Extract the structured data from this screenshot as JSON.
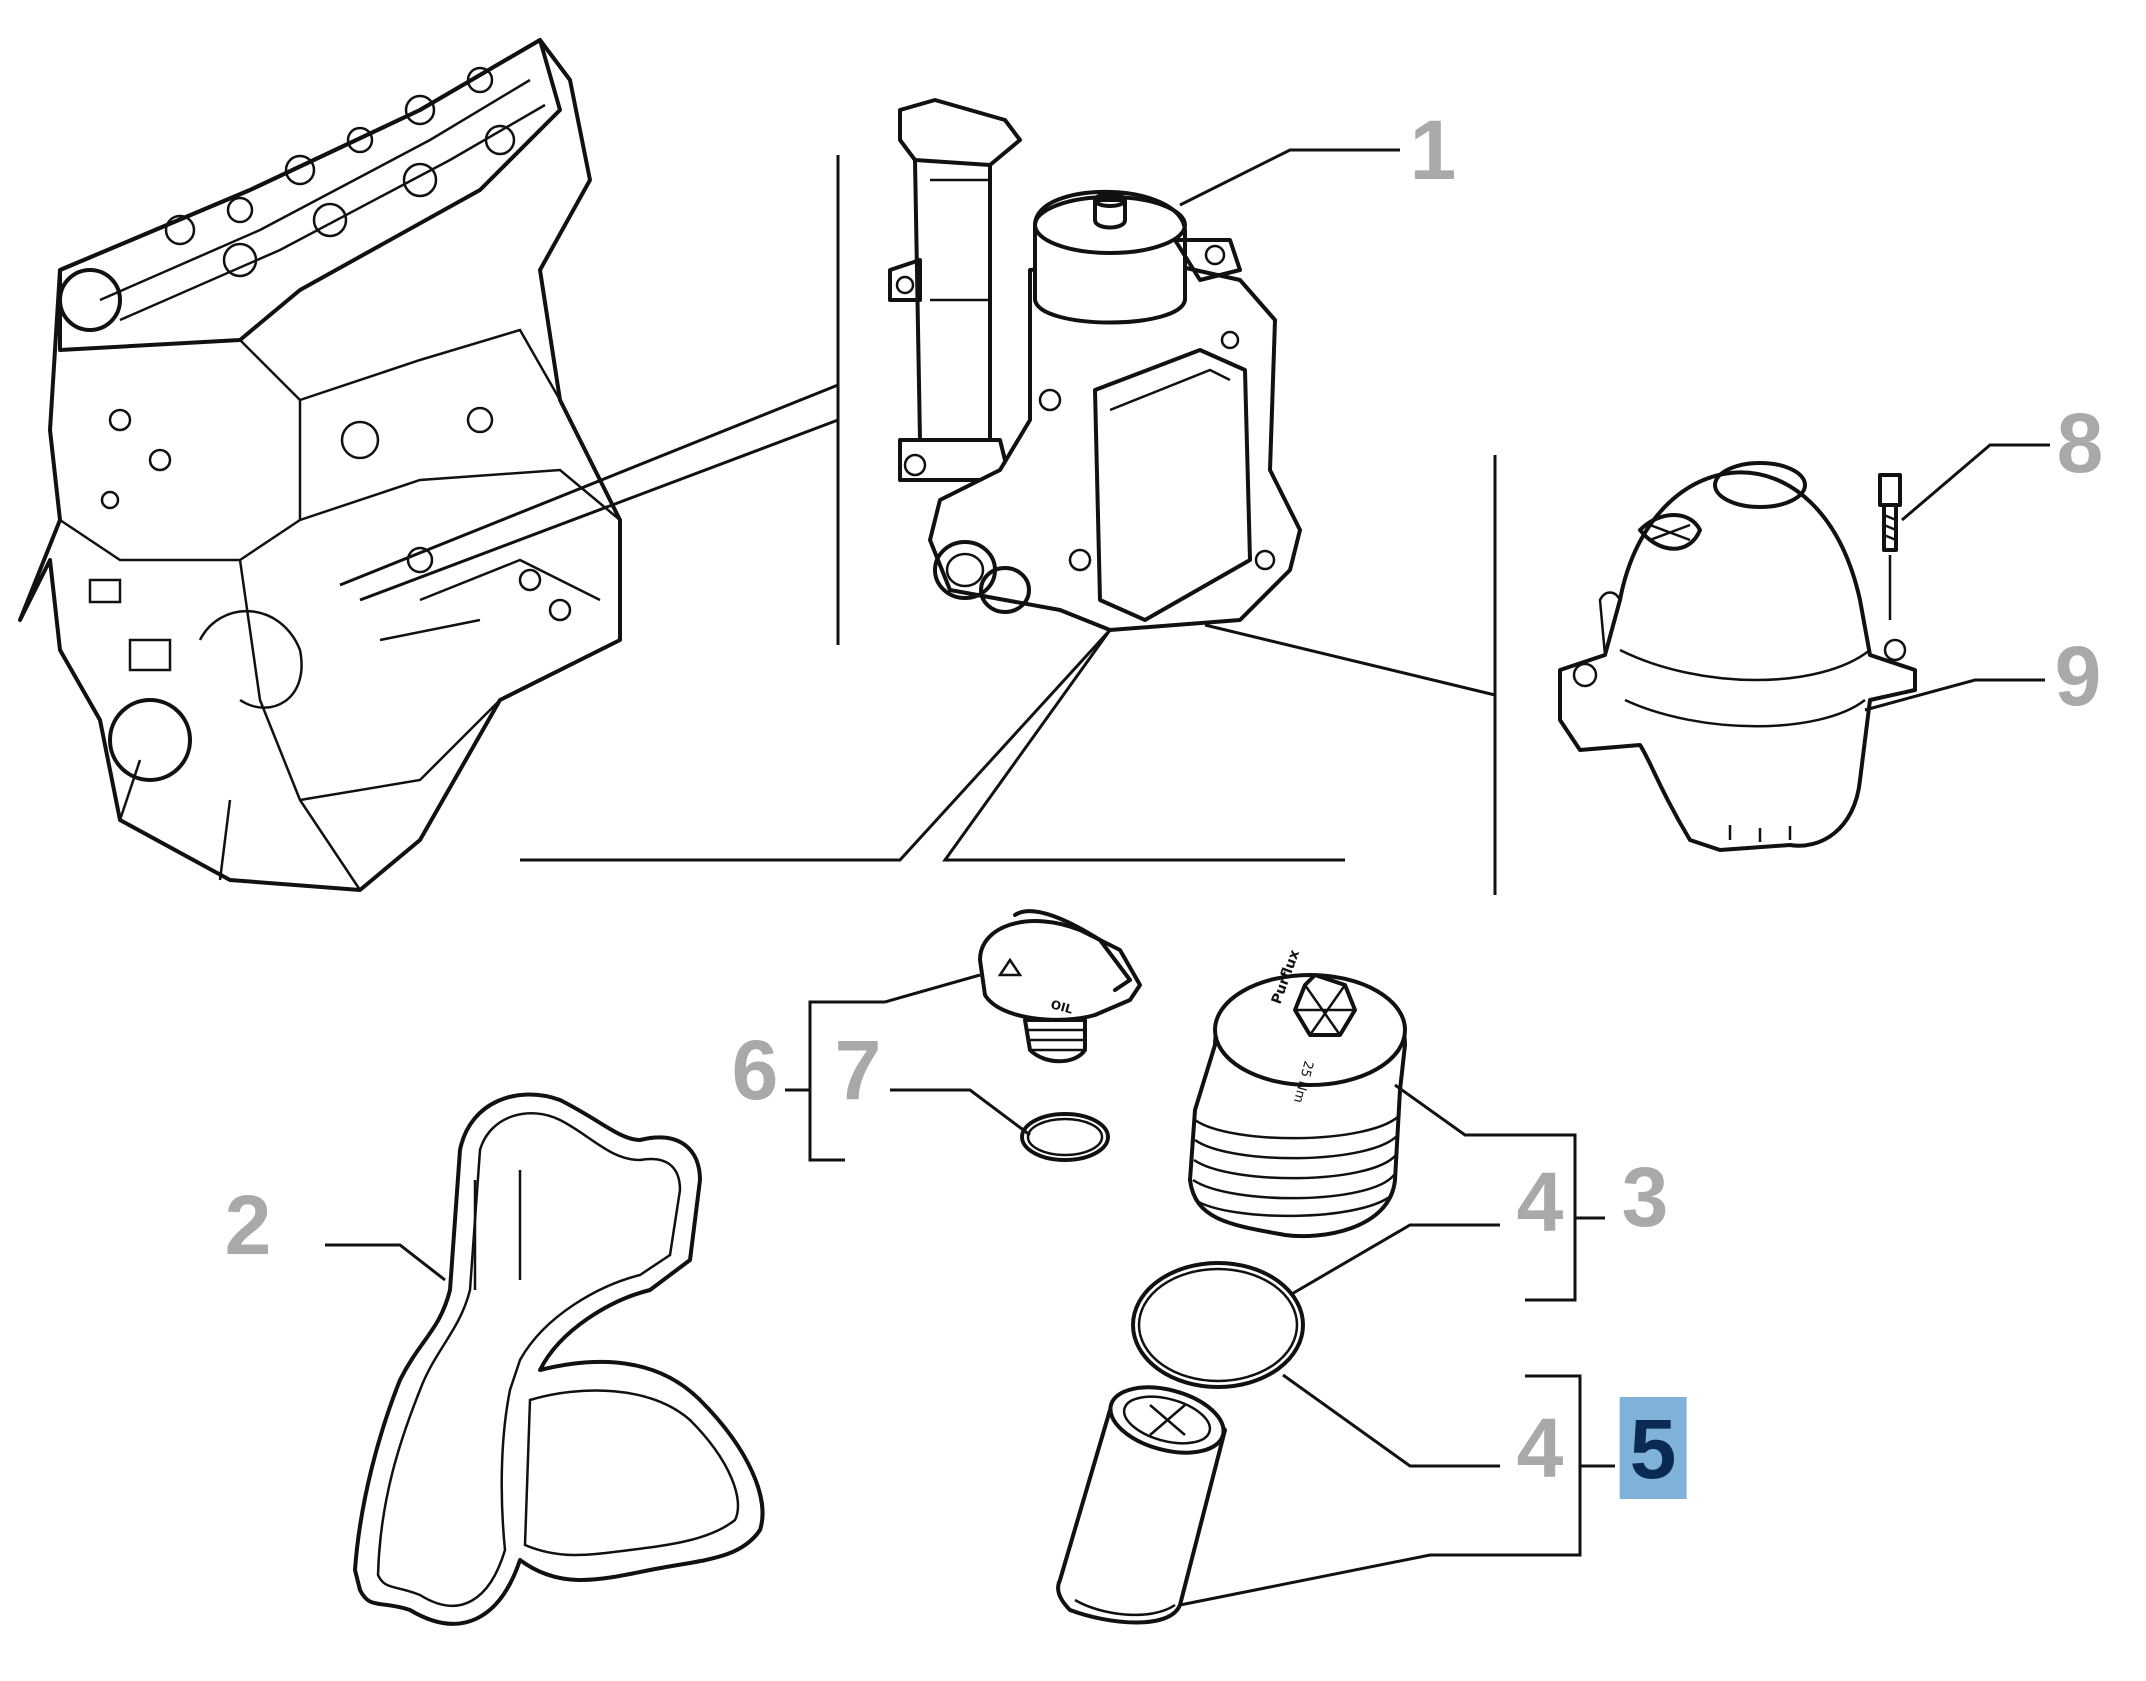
{
  "diagram": {
    "callouts": [
      {
        "id": "1",
        "label": "1",
        "selected": false
      },
      {
        "id": "2",
        "label": "2",
        "selected": false
      },
      {
        "id": "3",
        "label": "3",
        "selected": false
      },
      {
        "id": "4a",
        "label": "4",
        "selected": false
      },
      {
        "id": "4b",
        "label": "4",
        "selected": false
      },
      {
        "id": "5",
        "label": "5",
        "selected": true
      },
      {
        "id": "6",
        "label": "6",
        "selected": false
      },
      {
        "id": "7",
        "label": "7",
        "selected": false
      },
      {
        "id": "8",
        "label": "8",
        "selected": false
      },
      {
        "id": "9",
        "label": "9",
        "selected": false
      }
    ],
    "part_markings": {
      "cap_text": "OIL",
      "cartridge_brand": "Purflux",
      "cartridge_torque": "25 Nm"
    },
    "colors": {
      "callout_text": "#a9a9a9",
      "selected_bg": "#7fb1d9",
      "selected_text": "#0a2a52",
      "line": "#111111"
    }
  }
}
